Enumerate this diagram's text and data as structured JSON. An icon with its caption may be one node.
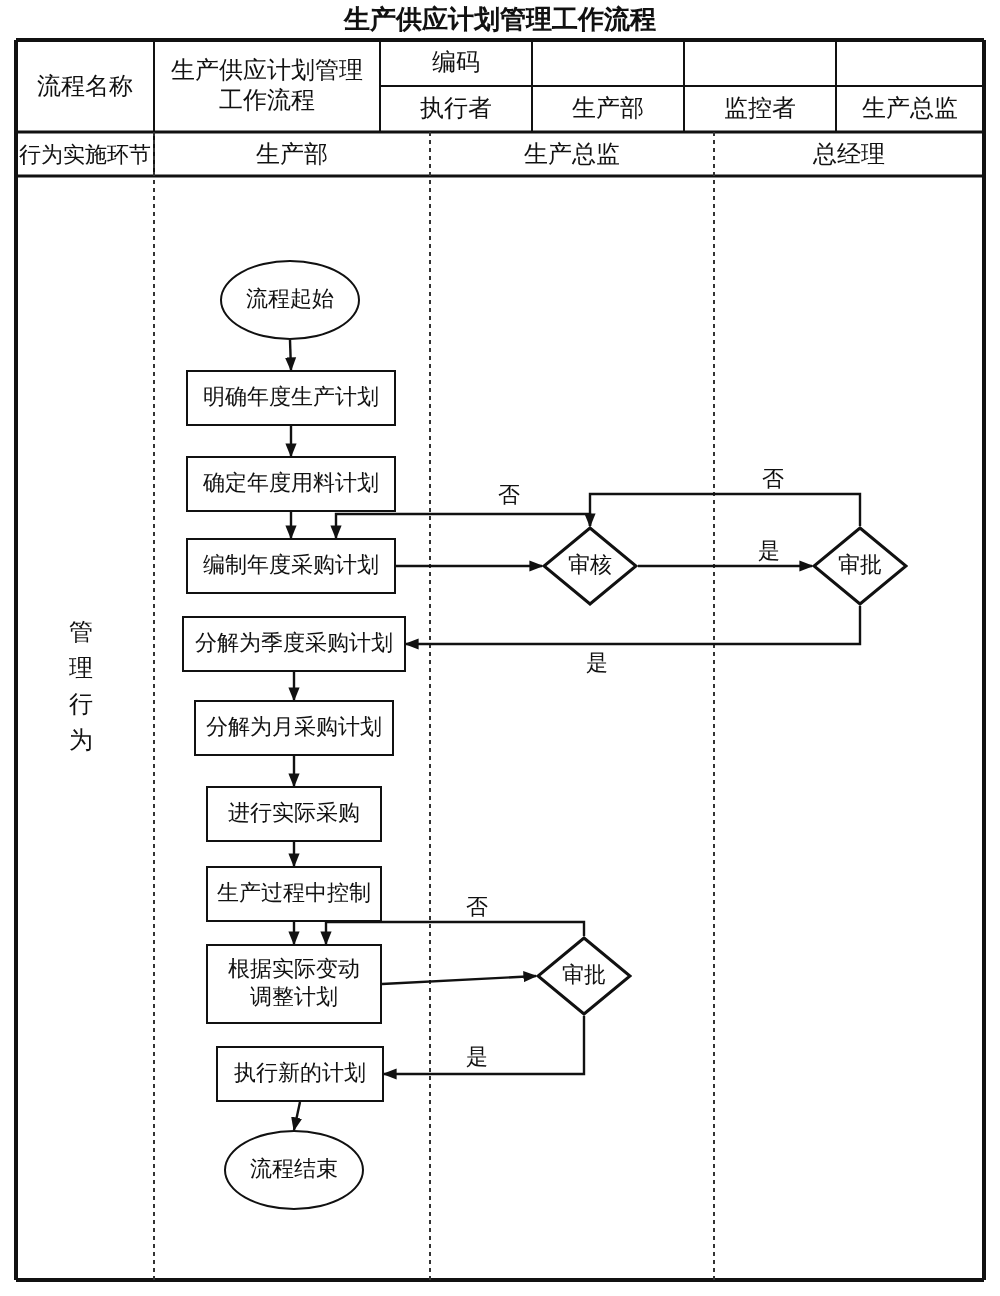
{
  "diagram": {
    "title": "生产供应计划管理工作流程",
    "nodes": [
      {
        "text": [
          "流程起始"
        ]
      },
      {
        "text": [
          "明确年度生产计划"
        ]
      },
      {
        "text": [
          "确定年度用料计划"
        ]
      },
      {
        "text": [
          "编制年度采购计划"
        ]
      },
      {
        "text": [
          "审核"
        ]
      },
      {
        "text": [
          "审批"
        ]
      },
      {
        "text": [
          "分解为季度采购计划"
        ]
      },
      {
        "text": [
          "分解为月采购计划"
        ]
      },
      {
        "text": [
          "进行实际采购"
        ]
      },
      {
        "text": [
          "生产过程中控制"
        ]
      },
      {
        "text": [
          "根据实际变动调整计划"
        ]
      },
      {
        "text": [
          "审批"
        ]
      },
      {
        "text": [
          "执行新的计划"
        ]
      },
      {
        "text": [
          "流程结束"
        ]
      }
    ],
    "edges": [
      {
        "from": 0,
        "to": 1,
        "arrow": "to"
      },
      {
        "from": 1,
        "to": 2,
        "arrow": "to"
      },
      {
        "from": 2,
        "to": 3,
        "arrow": "to"
      },
      {
        "from": 3,
        "to": 4,
        "arrow": "to"
      },
      {
        "from": 4,
        "to": 3,
        "arrow": "to",
        "label": "否"
      },
      {
        "from": 4,
        "to": 5,
        "arrow": "to",
        "label": "是"
      },
      {
        "from": 5,
        "to": 4,
        "arrow": "to",
        "label": "否"
      },
      {
        "from": 5,
        "to": 6,
        "arrow": "to",
        "label": "是"
      },
      {
        "from": 6,
        "to": 7,
        "arrow": "to"
      },
      {
        "from": 7,
        "to": 8,
        "arrow": "to"
      },
      {
        "from": 8,
        "to": 9,
        "arrow": "to"
      },
      {
        "from": 9,
        "to": 10,
        "arrow": "to"
      },
      {
        "from": 10,
        "to": 11,
        "arrow": "to"
      },
      {
        "from": 11,
        "to": 10,
        "arrow": "to",
        "label": "否"
      },
      {
        "from": 11,
        "to": 12,
        "arrow": "to",
        "label": "是"
      },
      {
        "from": 12,
        "to": 13,
        "arrow": "to"
      }
    ],
    "labels": [
      "流程名称",
      "生产供应计划管理工作流程",
      "编码",
      "执行者",
      "生产部",
      "监控者",
      "生产总监",
      "行为实施环节",
      "生产部",
      "生产总监",
      "总经理",
      "管理行为"
    ]
  }
}
